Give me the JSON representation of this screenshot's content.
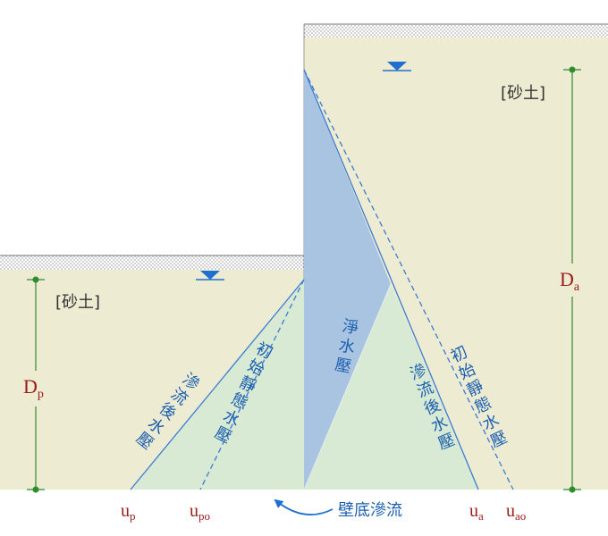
{
  "colors": {
    "soil": "#eeebd3",
    "soil_surface": "#8c8c8c",
    "net_pressure": "#a9c4e0",
    "seepage_pressure": "#d8ead3",
    "line": "#3a7bd5",
    "water_marker": "#1f6fd0",
    "dimension": "#2e8b2e",
    "dimension_label": "#9b1b1b"
  },
  "right_soil_label": "[砂土]",
  "left_soil_label": "[砂土]",
  "net_pressure_label": [
    "淨",
    "水",
    "壓"
  ],
  "active_seepage_label": [
    "滲",
    "流",
    "後",
    "水",
    "壓"
  ],
  "active_initial_label": [
    "初",
    "始",
    "靜",
    "態",
    "水",
    "壓"
  ],
  "passive_seepage_label": [
    "滲",
    "流",
    "後",
    "水",
    "壓"
  ],
  "passive_initial_label": [
    "初",
    "始",
    "靜",
    "態",
    "水",
    "壓"
  ],
  "dims": {
    "active": {
      "main": "D",
      "sub": "a"
    },
    "passive": {
      "main": "D",
      "sub": "p"
    }
  },
  "bottom_labels": {
    "up": {
      "main": "u",
      "sub": "p"
    },
    "upo": {
      "main": "u",
      "sub": "po"
    },
    "ua": {
      "main": "u",
      "sub": "a"
    },
    "uao": {
      "main": "u",
      "sub": "ao"
    }
  },
  "seepage_caption": "壁底滲流"
}
